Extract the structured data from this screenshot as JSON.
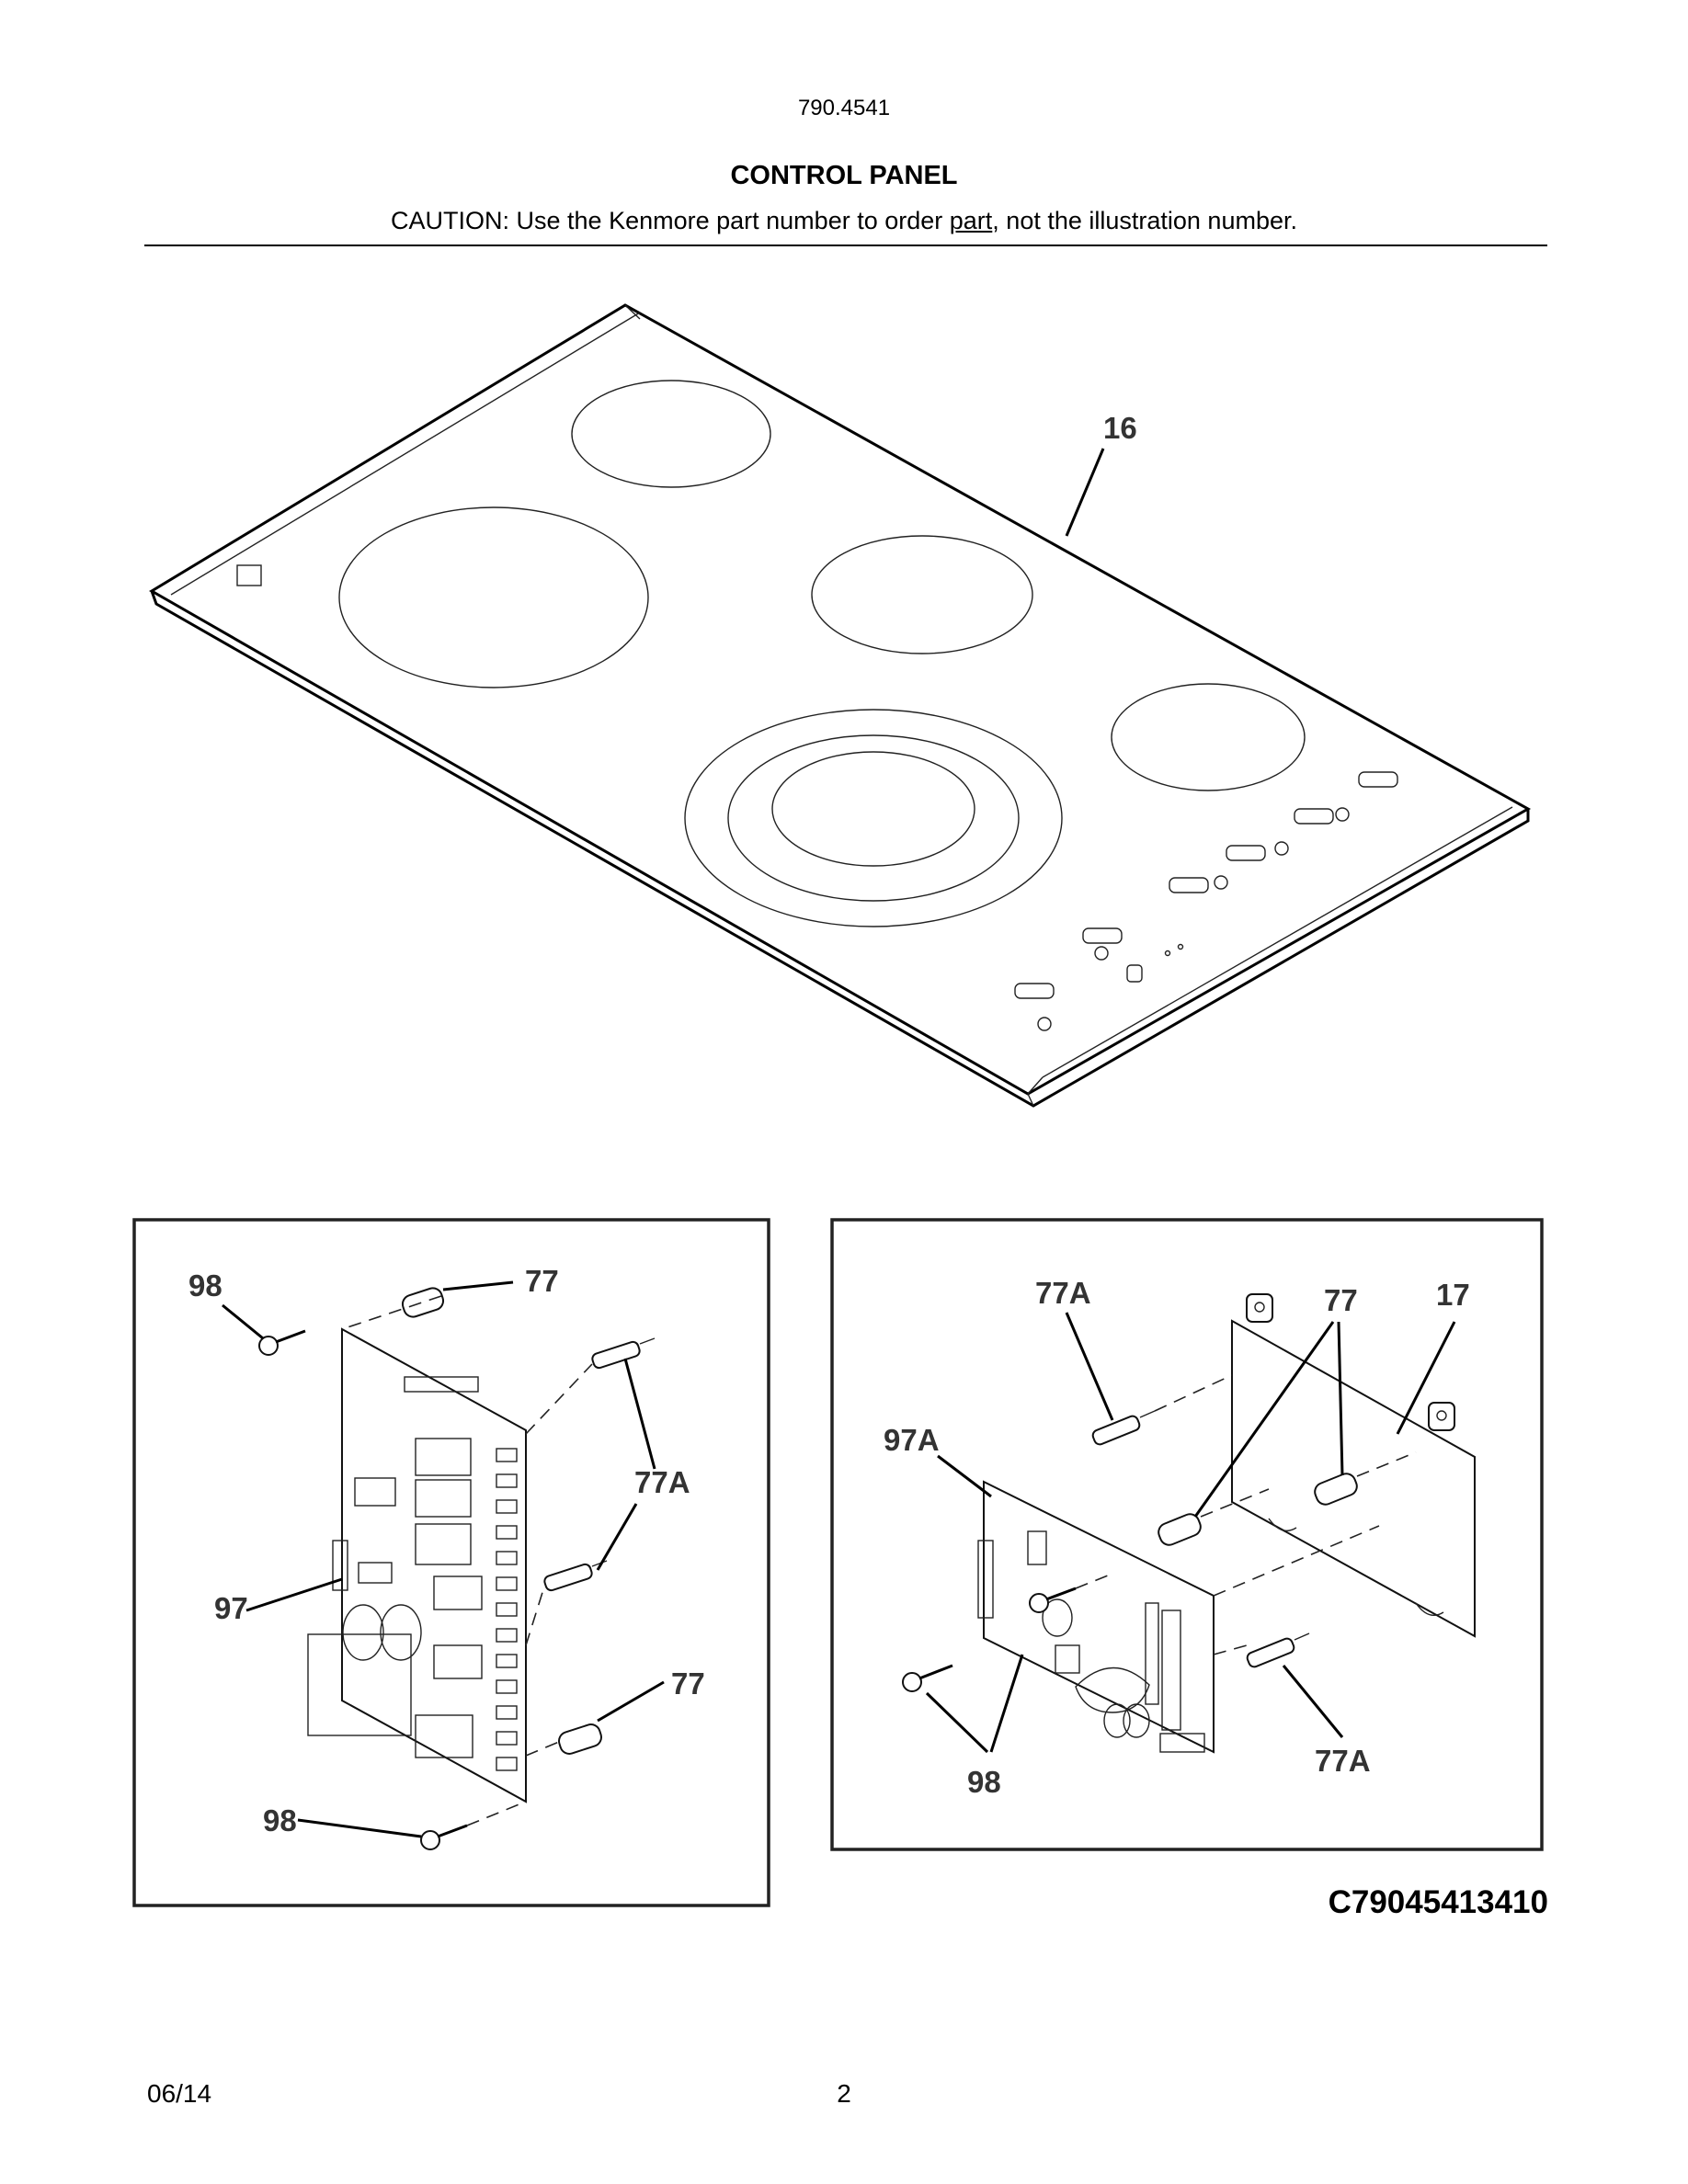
{
  "header": {
    "model_number": "790.4541",
    "section_title": "CONTROL PANEL",
    "caution_prefix": "CAUTION: Use the Kenmore part number to order ",
    "caution_underlined": "part",
    "caution_suffix": ", not the illustration number."
  },
  "callouts": {
    "cooktop": [
      "16"
    ],
    "left_inset": [
      "98",
      "77",
      "77A",
      "97",
      "77",
      "98"
    ],
    "right_inset": [
      "77A",
      "77",
      "17",
      "97A",
      "98",
      "77A"
    ]
  },
  "illustration_code": "C79045413410",
  "footer": {
    "date": "06/14",
    "page": "2"
  }
}
